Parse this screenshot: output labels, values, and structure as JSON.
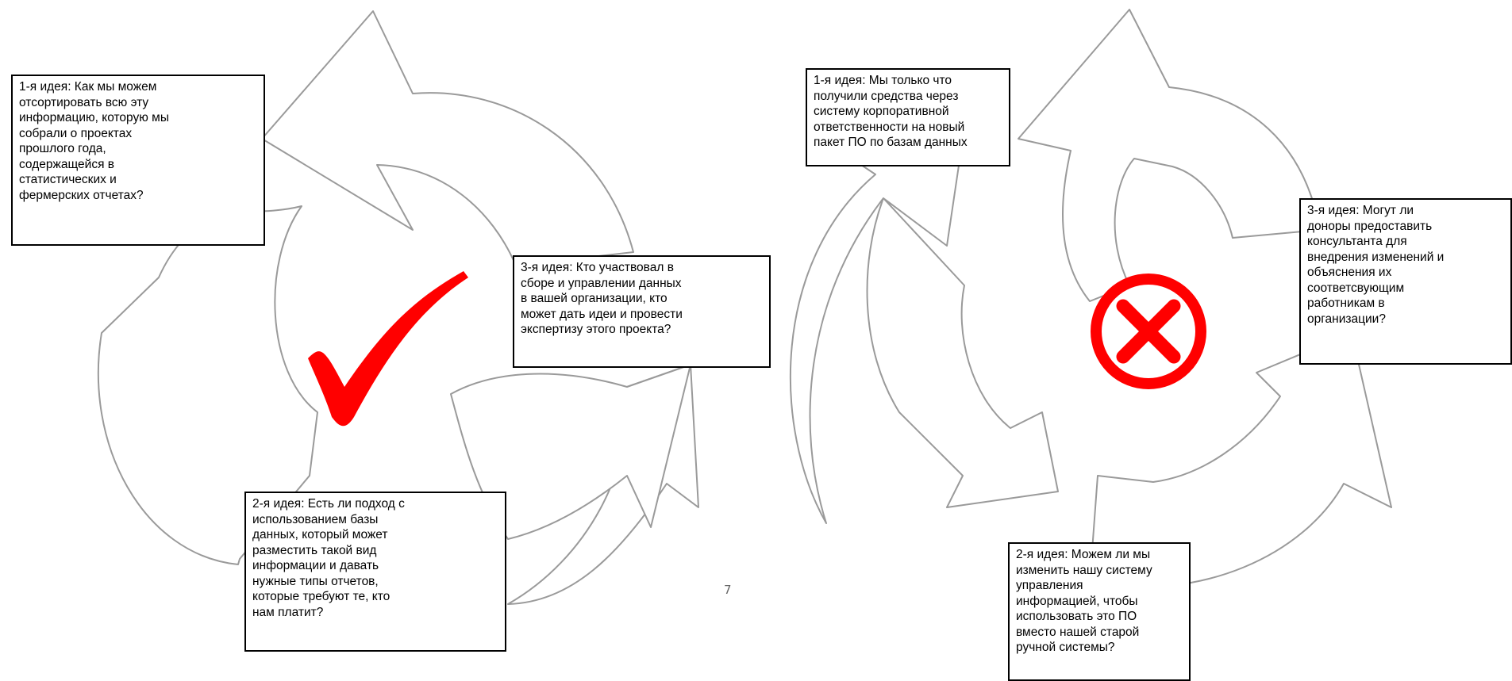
{
  "slide_left": {
    "idea1": "1-я идея: Как мы можем\nотсортировать всю эту\nинформацию, которую мы\nсобрали о проектах\nпрошлого года,\nсодержащейся в\nстатистических и\nфермерских отчетах?",
    "idea2": "2-я идея: Есть ли подход с\nиспользованием базы\nданных, который может\nразместить такой вид\nинформации и давать\nнужные типы отчетов,\nкоторые требуют те, кто\nнам платит?",
    "idea3": "3-я идея: Кто участвовал в\nсборе и управлении данных\nв вашей организации, кто\nможет дать идеи и провести\nэкспертизу этого проекта?",
    "center_icon": "checkmark-icon",
    "accent_color": "#ff0000"
  },
  "slide_right": {
    "idea1": "1-я идея: Мы только что\nполучили средства через\nсистему корпоративной\nответственности на новый\nпакет ПО по базам данных",
    "idea2": "2-я идея: Можем ли мы\nизменить нашу систему\nуправления\nинформацией, чтобы\nиспользовать это ПО\nвместо нашей старой\nручной системы?",
    "idea3": "3-я идея: Могут ли\nдоноры предоставить\nконсультанта для\nвнедрения изменений и\nобъяснения их\nсоответсвующим\nработникам в\nорганизации?",
    "center_icon": "cross-circle-icon",
    "accent_color": "#ff0000"
  },
  "page_number": "7"
}
